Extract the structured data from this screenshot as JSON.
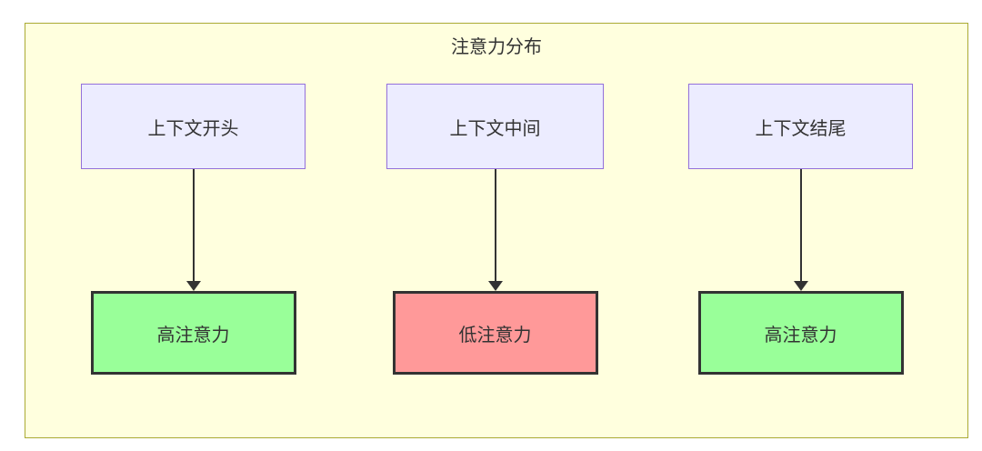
{
  "diagram": {
    "title": "注意力分布",
    "columns": [
      {
        "source": "上下文开头",
        "target": "高注意力",
        "level": "high"
      },
      {
        "source": "上下文中间",
        "target": "低注意力",
        "level": "low"
      },
      {
        "source": "上下文结尾",
        "target": "高注意力",
        "level": "high"
      }
    ],
    "colors": {
      "cluster_fill": "#FFFFDE",
      "cluster_border": "#AAAA33",
      "source_fill": "#ECECFF",
      "source_border": "#9370DB",
      "high_fill": "#99FF99",
      "low_fill": "#FF9999",
      "target_border": "#333333",
      "arrow": "#333333",
      "text": "#333333"
    }
  }
}
